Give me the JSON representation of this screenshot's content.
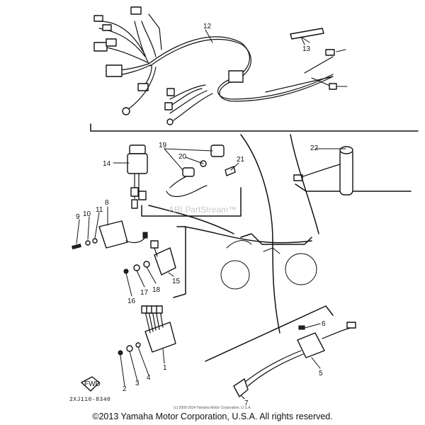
{
  "callouts": {
    "c1": "1",
    "c2": "2",
    "c3": "3",
    "c4": "4",
    "c5": "5",
    "c6": "6",
    "c7": "7",
    "c8": "8",
    "c9": "9",
    "c10": "10",
    "c11": "11",
    "c12": "12",
    "c13": "13",
    "c14": "14",
    "c15": "15",
    "c16": "16",
    "c17": "17",
    "c18": "18",
    "c19": "19",
    "c20": "20",
    "c21": "21",
    "c22": "22"
  },
  "fwd_label": "FWD",
  "part_code": "2XJ110-8340",
  "watermark": "ARI PartStream™",
  "small_copyright": "(c) 2005-2014 Yamaha Motor Corporation, U.S.A.",
  "copyright": "©2013 Yamaha Motor Corporation, U.S.A. All rights reserved.",
  "colors": {
    "line": "#111111",
    "background": "#ffffff",
    "watermark": "#c9c9c9"
  }
}
